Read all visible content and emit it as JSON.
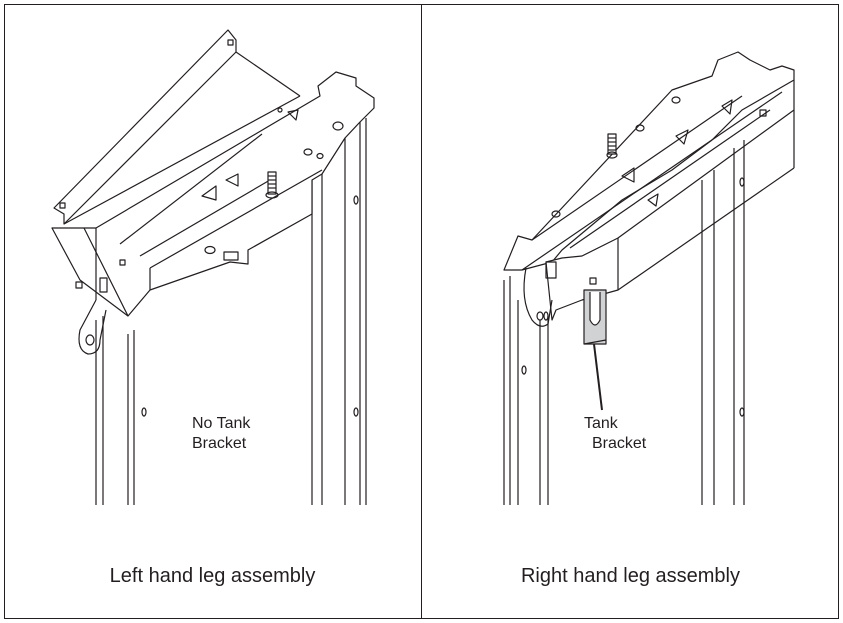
{
  "left_panel": {
    "label_line1": "No Tank",
    "label_line2": "Bracket",
    "caption": "Left hand leg assembly"
  },
  "right_panel": {
    "label_line1": "Tank",
    "label_line2": "Bracket",
    "caption": "Right hand leg assembly"
  },
  "colors": {
    "line": "#231f20",
    "bracket_fill": "#d1d2d4"
  }
}
